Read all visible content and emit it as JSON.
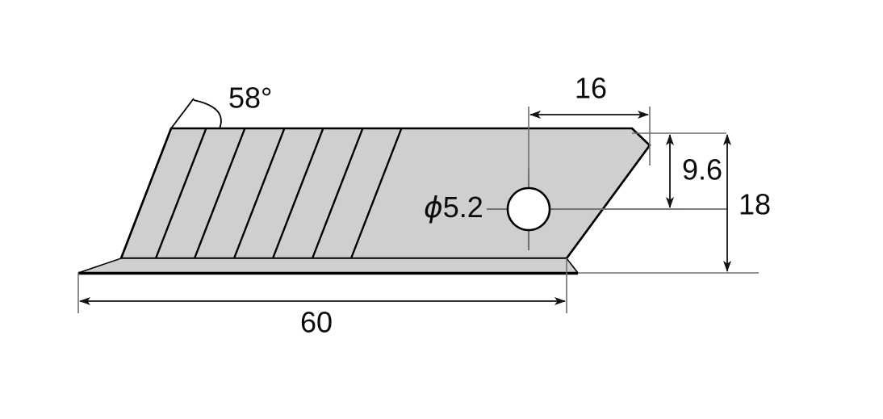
{
  "drawing": {
    "title": "Snap-off utility blade dimensioned drawing",
    "units_note": "",
    "fill_color": "#cfcfcf",
    "line_color": "#000000",
    "background_color": "#ffffff"
  },
  "dimensions": {
    "overall_length": {
      "label": "60",
      "name": "length-dimension"
    },
    "overall_width": {
      "label": "18",
      "name": "width-dimension"
    },
    "hole_to_tip": {
      "label": "16",
      "name": "hole-to-tip-dimension"
    },
    "hole_from_top": {
      "label": "9.6",
      "name": "hole-offset-dimension"
    },
    "hole_diameter": {
      "phi": "ϕ",
      "value": "5.2",
      "label": "ϕ5.2",
      "name": "hole-diameter-dimension"
    },
    "edge_angle": {
      "label": "58°",
      "name": "edge-angle-dimension"
    }
  },
  "chart_data": {
    "type": "diagram",
    "title": "Snap-off utility blade dimensioned drawing",
    "annotations": [
      {
        "text": "58°",
        "meaning": "angle between blade top edge and score/leading edge"
      },
      {
        "text": "16",
        "meaning": "horizontal distance from hole centre to blade tip"
      },
      {
        "text": "9.6",
        "meaning": "vertical distance from blade top edge to hole centre"
      },
      {
        "text": "18",
        "meaning": "overall blade width (height)"
      },
      {
        "text": "60",
        "meaning": "overall blade length"
      },
      {
        "text": "ϕ5.2",
        "meaning": "mounting hole diameter"
      }
    ]
  }
}
